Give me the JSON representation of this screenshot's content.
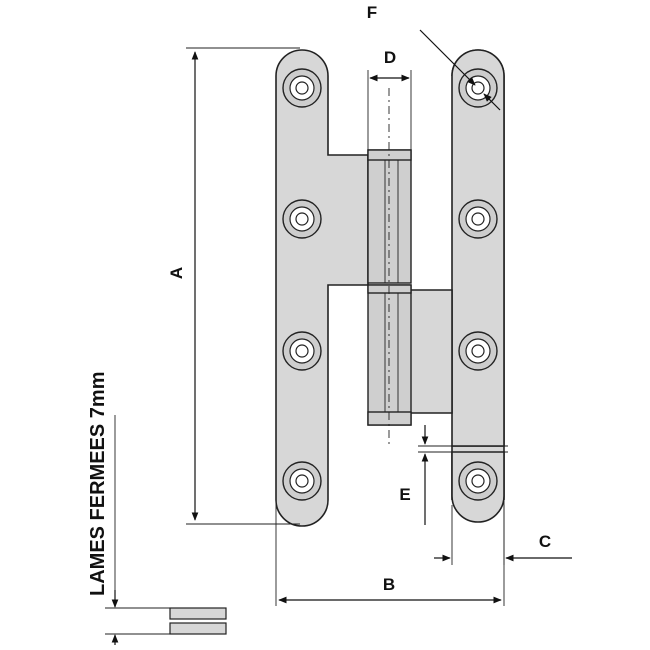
{
  "labels": {
    "a": "A",
    "b": "B",
    "c": "C",
    "d": "D",
    "e": "E",
    "f": "F",
    "side_note": "LAMES FERMEES  7mm"
  },
  "colors": {
    "plate_fill": "#d7d7d7",
    "line": "#222222",
    "background": "#ffffff"
  }
}
